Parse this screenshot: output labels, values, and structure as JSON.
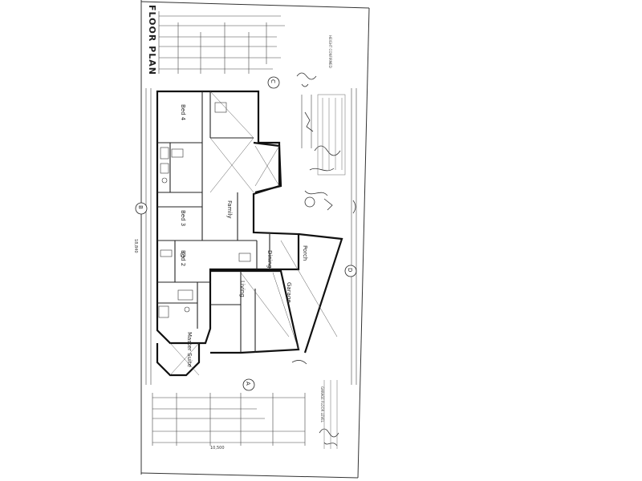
{
  "document": {
    "title": "FLOOR PLAN",
    "grid_markers": [
      "A",
      "B",
      "C",
      "D"
    ],
    "room_labels": [
      "Bed 4",
      "Bed 3",
      "Bed 2",
      "Family",
      "Living",
      "Master Suite",
      "Garage",
      "Dining",
      "Porch"
    ],
    "dimension_overall": "18,840",
    "dimension_left": "10,500",
    "notes_top": "HEIGHT CONFIRMED",
    "notes_bottom": "GARAGE FLOOR LEVEL"
  }
}
